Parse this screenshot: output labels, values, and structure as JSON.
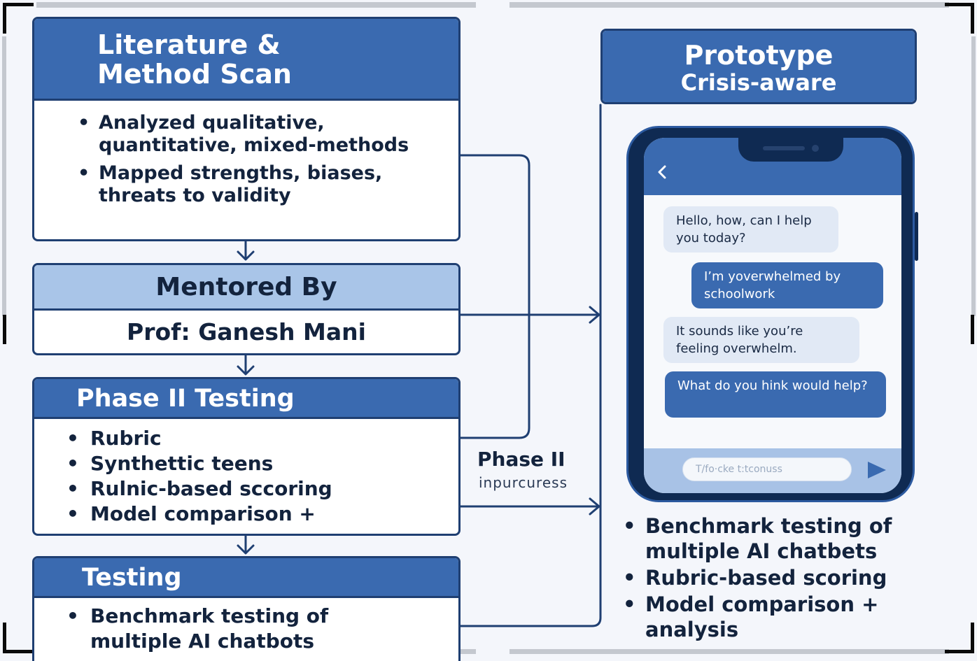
{
  "lit_box": {
    "title": "Literature & Method Scan",
    "bullets": [
      "Analyzed qualitative, quantitative, mixed-methods",
      "Mapped strengths, biases, threats to validity"
    ]
  },
  "mentor_box": {
    "title": "Mentored By",
    "name": "Prof: Ganesh Mani"
  },
  "phase_box": {
    "title": "Phase II Testing",
    "bullets": [
      "Rubric",
      "Synthettic teens",
      "Rulnic-based sccoring",
      "Model comparison +"
    ]
  },
  "testing_box": {
    "title": "Testing",
    "bullets": [
      "Benchmark testing of multiple AI chatbots"
    ]
  },
  "connector_label": {
    "title": "Phase II",
    "subtitle": "inpurcuress"
  },
  "prototype_box": {
    "title": "Prototype",
    "subtitle": "Crisis-aware"
  },
  "chat": {
    "back_icon": "chevron-left-icon",
    "messages": [
      {
        "role": "bot",
        "text": "Hello, how, can I help you today?"
      },
      {
        "role": "user",
        "text": "I’m yoverwhelmed by schoolwork"
      },
      {
        "role": "bot",
        "text": "It sounds like you’re feeling overwhelm."
      },
      {
        "role": "user",
        "text": "What do you hink would help?"
      }
    ],
    "input_placeholder": "T/fo·cke t:tconuss",
    "send_icon": "send-triangle-icon"
  },
  "right_bullets": [
    "Benchmark testing of multiple AI chatbets",
    "Rubric-based scoring",
    "Model comparison + analysis"
  ],
  "colors": {
    "header_blue": "#3a6ab0",
    "header_light": "#a9c5e8",
    "border_navy": "#1f3f72",
    "text_dark": "#13233d"
  }
}
